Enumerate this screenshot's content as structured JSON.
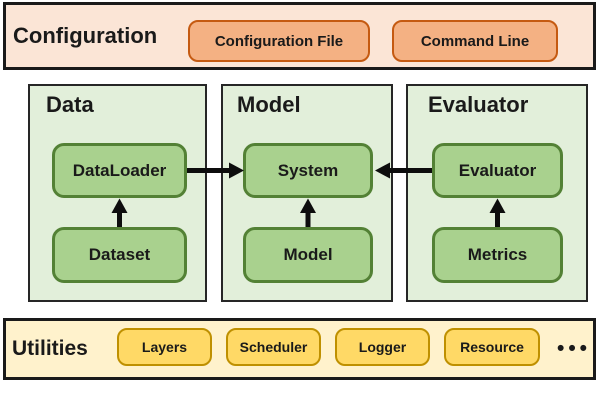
{
  "configuration": {
    "label": "Configuration",
    "items": [
      {
        "label": "Configuration File"
      },
      {
        "label": "Command Line"
      }
    ]
  },
  "modules": [
    {
      "label": "Data",
      "boxes": [
        {
          "label": "DataLoader"
        },
        {
          "label": "Dataset"
        }
      ]
    },
    {
      "label": "Model",
      "boxes": [
        {
          "label": "System"
        },
        {
          "label": "Model"
        }
      ]
    },
    {
      "label": "Evaluator",
      "boxes": [
        {
          "label": "Evaluator"
        },
        {
          "label": "Metrics"
        }
      ]
    }
  ],
  "utilities": {
    "label": "Utilities",
    "items": [
      {
        "label": "Layers"
      },
      {
        "label": "Scheduler"
      },
      {
        "label": "Logger"
      },
      {
        "label": "Resource"
      }
    ],
    "more_label": "•••"
  },
  "connections": [
    {
      "from": "DataLoader",
      "to": "System"
    },
    {
      "from": "Evaluator",
      "to": "System"
    },
    {
      "from": "Dataset",
      "to": "DataLoader"
    },
    {
      "from": "Model",
      "to": "System"
    },
    {
      "from": "Metrics",
      "to": "Evaluator"
    }
  ],
  "colors": {
    "config_panel_bg": "#FBE5D6",
    "config_box_bg": "#F4B183",
    "config_box_border": "#C55A11",
    "module_panel_bg": "#E2EFDA",
    "module_box_bg": "#A9D18E",
    "module_box_border": "#538135",
    "utilities_panel_bg": "#FFF2CC",
    "utilities_box_bg": "#FFD966",
    "utilities_box_border": "#BF9000",
    "panel_border": "#1A1A1A",
    "arrow": "#0D0D0D",
    "text": "#1A1A1A"
  }
}
